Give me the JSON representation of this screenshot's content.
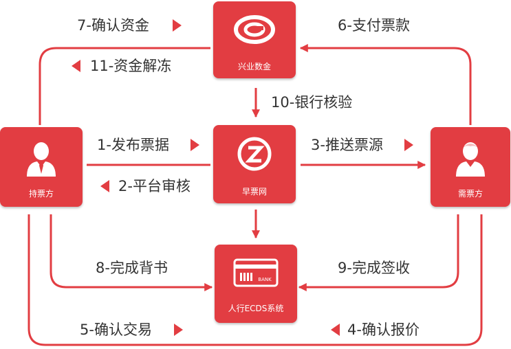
{
  "nodes": {
    "xingye": "兴业数金",
    "zaopiao": "早票网",
    "holder": "持票方",
    "buyer": "需票方",
    "ecds": "人行ECDS系统",
    "bank_text": "BANK"
  },
  "edges": {
    "e1": "1-发布票据",
    "e2": "2-平台审核",
    "e3": "3-推送票源",
    "e4": "4-确认报价",
    "e5": "5-确认交易",
    "e6": "6-支付票款",
    "e7": "7-确认资金",
    "e8": "8-完成背书",
    "e9": "9-完成签收",
    "e10": "10-银行核验",
    "e11": "11-资金解冻"
  },
  "colors": {
    "accent": "#e23d42",
    "text": "#333333",
    "background": "#ffffff"
  }
}
